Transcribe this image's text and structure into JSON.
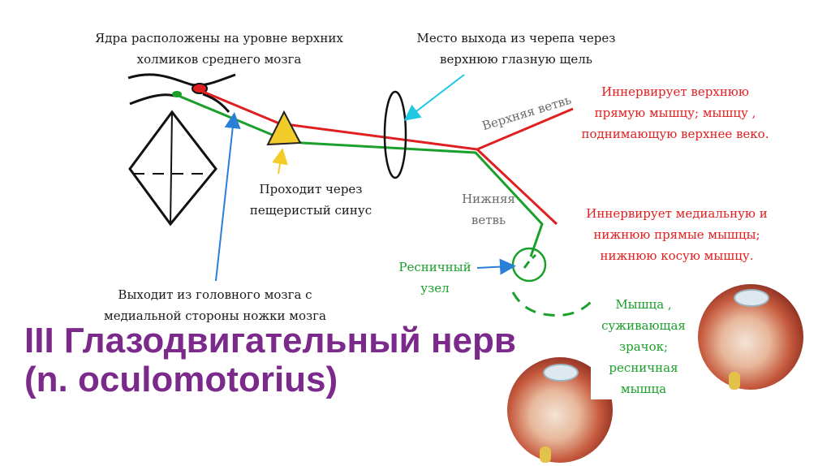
{
  "labels": {
    "nuclei": [
      "Ядра расположены на уровне верхних",
      "холмиков среднего мозга"
    ],
    "exit_skull": [
      "Место выхода из черепа через",
      "верхнюю глазную щель"
    ],
    "upper_branch": "Верхняя ветвь",
    "lower_branch": [
      "Нижняя",
      "ветвь"
    ],
    "cavernous": [
      "Проходит через",
      "пещеристый синус"
    ],
    "exit_brain": [
      "Выходит из головного мозга с",
      "медиальной стороны ножки мозга"
    ],
    "ciliary_ganglion": [
      "Ресничный",
      "узел"
    ],
    "innervates_upper": [
      "Иннервирует  верхнюю",
      "прямую мышцу; мышцу ,",
      "поднимающую верхнее веко."
    ],
    "innervates_lower": [
      "Иннервирует медиальную и",
      "нижнюю прямые мышцы;",
      "нижнюю косую мышцу."
    ],
    "pupil_muscle": [
      "Мышца ,",
      "суживающая",
      "зрачок;",
      "ресничная",
      "мышца"
    ]
  },
  "title": [
    "III Глазодвигательный нерв",
    "(n. oculomotorius)"
  ],
  "colors": {
    "red_path": "#e02020",
    "green_path": "#1aa02a",
    "title": "#7b2a8b",
    "cyan_arrow": "#1ec8e0",
    "blue_arrow": "#2a7fd6",
    "sinus_triangle": "#f2cc2a"
  }
}
